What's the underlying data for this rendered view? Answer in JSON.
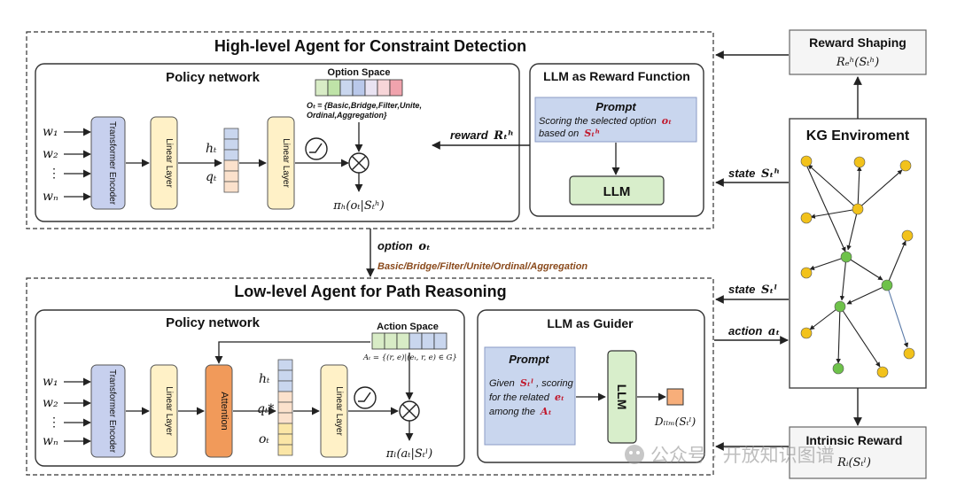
{
  "high": {
    "title": "High-level Agent for Constraint Detection",
    "policy_title": "Policy network",
    "inputs": [
      "w₁",
      "w₂",
      "⋮",
      "wₙ"
    ],
    "encoder": "Transformer Encoder",
    "linear1": "Linear Layer",
    "linear2": "Linear Layer",
    "ht": "hₜ",
    "qt": "qₜ",
    "option_space_label": "Option Space",
    "option_def_1": "Oₜ = {Basic,Bridge,Filter,Unite,",
    "option_def_2": "Ordinal,Aggregation}",
    "output": "πₕ(oₜ|Sₜʰ)",
    "llm_title": "LLM as  Reward Function",
    "prompt_title": "Prompt",
    "prompt_text_1": "Scoring the selected option",
    "prompt_text_1_var": "oₜ",
    "prompt_text_2": "based on",
    "prompt_text_2_var": "Sₜʰ",
    "llm_box": "LLM",
    "option_colors": [
      "#d8ecc6",
      "#bfe3a8",
      "#c9d6ee",
      "#b9c8ea",
      "#e9e3f2",
      "#f7d5d8",
      "#f0a3ad"
    ]
  },
  "low": {
    "title": "Low-level Agent for Path Reasoning",
    "policy_title": "Policy network",
    "inputs": [
      "w₁",
      "w₂",
      "⋮",
      "wₙ"
    ],
    "encoder": "Transformer Encoder",
    "linear1": "Linear Layer",
    "attention": "Attention",
    "linear2": "Linear Layer",
    "ht": "hₜ",
    "qt_star": "qₜ*",
    "ot": "oₜ",
    "action_space_label": "Action Space",
    "action_def": "Aₜ = {(r, e)|(eₜ, r, e) ∈ G}",
    "output": "πₗ(aₜ|Sₜˡ)",
    "llm_title": "LLM as  Guider",
    "prompt_title": "Prompt",
    "prompt_line_1a": "Given",
    "prompt_line_1_var": "Sₜˡ",
    "prompt_line_1b": ", scoring",
    "prompt_line_2a": "for the related",
    "prompt_line_2_var": "eₜ",
    "prompt_line_3a": "among the",
    "prompt_line_3_var": "Aₜ",
    "llm_box": "LLM",
    "dllm": "Dₗₗₘ(Sₜˡ)"
  },
  "arrows": {
    "reward": "reward",
    "reward_var": "Rₜʰ",
    "option": "option",
    "option_var": "oₜ",
    "option_list": "Basic/Bridge/Filter/Unite/Ordinal/Aggregation",
    "state_h": "state",
    "state_h_var": "Sₜʰ",
    "state_l": "state",
    "state_l_var": "Sₜˡ",
    "action": "action",
    "action_var": "aₜ"
  },
  "right": {
    "reward_shaping_title": "Reward Shaping",
    "reward_shaping_formula": "Rₑʰ(Sₜʰ)",
    "kg_title": "KG Enviroment",
    "intrinsic_title": "Intrinsic Reward",
    "intrinsic_formula": "Rᵢ(Sₜˡ)"
  },
  "watermark": "公众号 · 开放知识图谱"
}
